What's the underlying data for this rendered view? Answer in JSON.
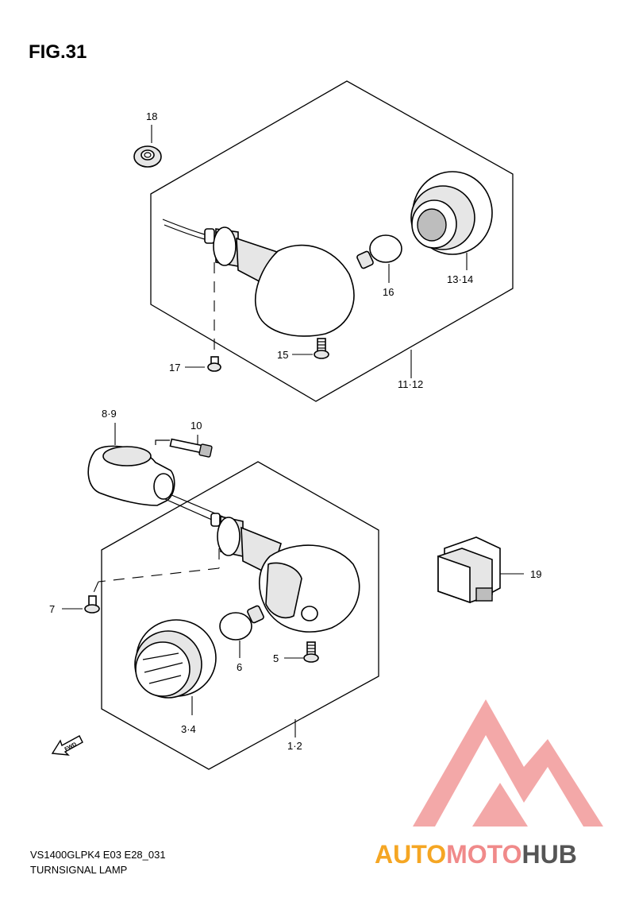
{
  "figure": {
    "title": "FIG.31"
  },
  "callouts": {
    "c18": "18",
    "c13_14": "13·14",
    "c16": "16",
    "c15": "15",
    "c17": "17",
    "c11_12": "11·12",
    "c8_9": "8·9",
    "c10": "10",
    "c19": "19",
    "c7": "7",
    "c6": "6",
    "c5": "5",
    "c3_4": "3·4",
    "c1_2": "1·2"
  },
  "fwd_label": "FWD",
  "footer": {
    "model_code": "VS1400GLPK4 E03 E28_031",
    "section_name": "TURNSIGNAL LAMP"
  },
  "watermark": {
    "part1": "AUTO",
    "part2": "MOTO",
    "part3": "HUB",
    "colors": {
      "auto": "#f5a623",
      "moto": "#f08a8a",
      "hub": "#555555",
      "logo": "#f29a9a"
    }
  }
}
